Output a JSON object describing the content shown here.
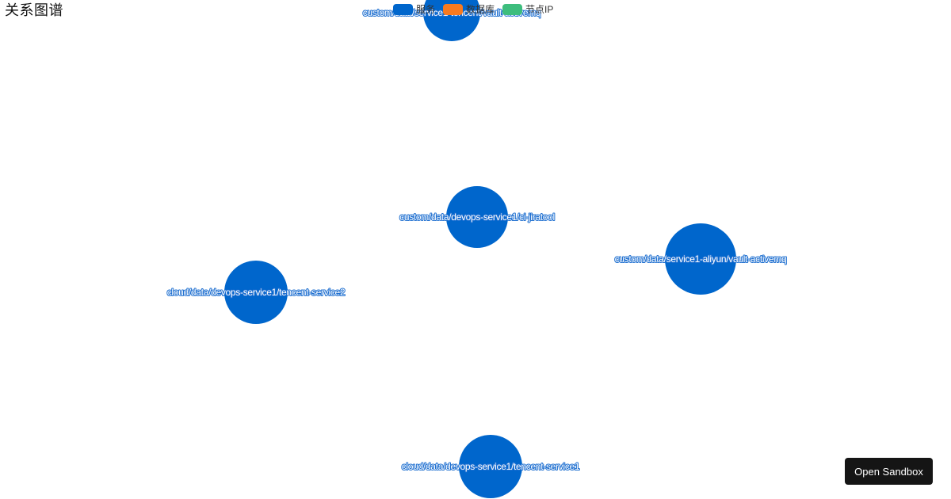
{
  "title": "关系图谱",
  "legend": [
    {
      "label": "服务",
      "color": "#0066cc"
    },
    {
      "label": "数据库",
      "color": "#f97a1f"
    },
    {
      "label": "节点IP",
      "color": "#3dbd7d"
    }
  ],
  "nodes": [
    {
      "label": "custom/data/service1-tencent/vault-activemq",
      "category": "服务"
    },
    {
      "label": "custom/data/devops-service1/ci-jiratool",
      "category": "服务"
    },
    {
      "label": "custom/data/service1-aliyun/vault-activemq",
      "category": "服务"
    },
    {
      "label": "cloud/data/devops-service1/tencent-service2",
      "category": "服务"
    },
    {
      "label": "cloud/data/devops-service1/tencent-service1",
      "category": "服务"
    }
  ],
  "sandbox_button": {
    "label": "Open Sandbox"
  }
}
